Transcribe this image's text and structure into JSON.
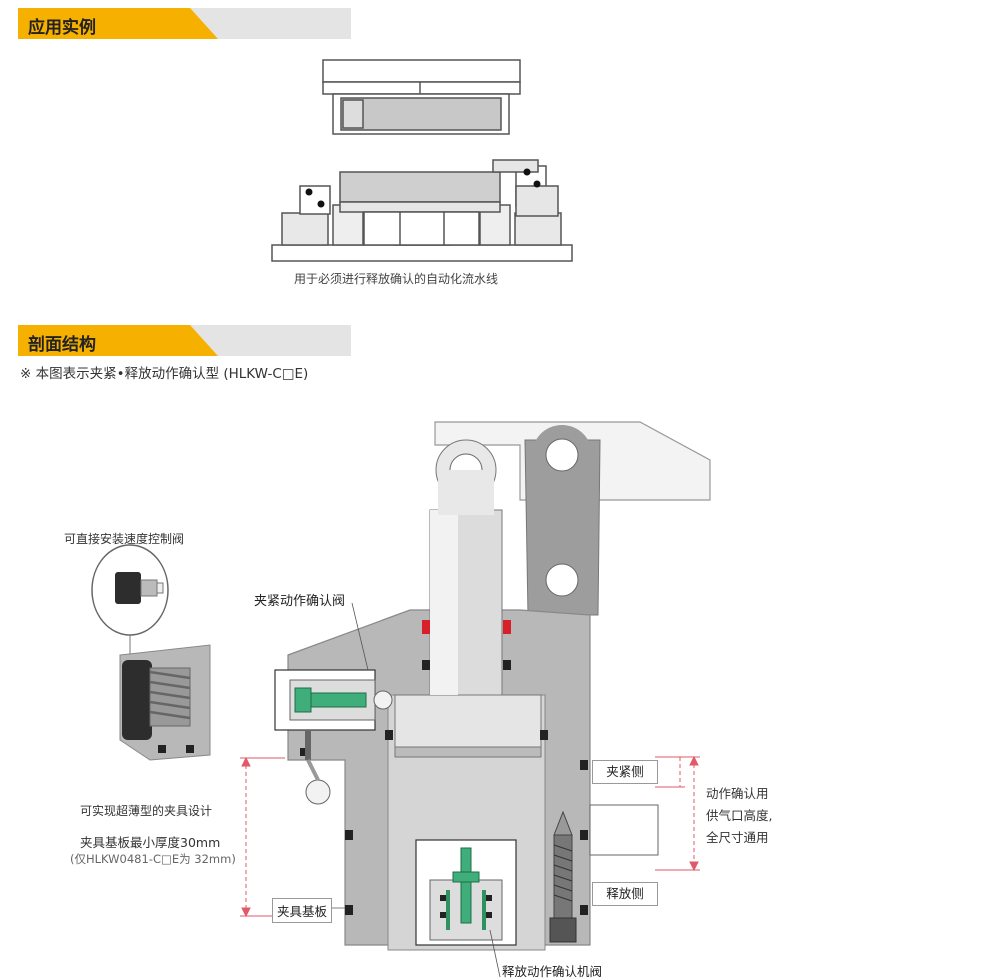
{
  "sections": {
    "application": {
      "title": "应用实例"
    },
    "cross_section": {
      "title": "剖面结构"
    }
  },
  "application": {
    "caption": "用于必须进行释放确认的自动化流水线"
  },
  "cross_section": {
    "note": "※ 本图表示夹紧•释放动作确认型 (HLKW-C□E)"
  },
  "callouts": {
    "speed_valve": "可直接安装速度控制阀",
    "clamp_valve": "夹紧动作确认阀",
    "thin_design": "可实现超薄型的夹具设计",
    "min_thickness": "夹具基板最小厚度30mm",
    "min_thickness_note": "(仅HLKW0481-C□E为 32mm)",
    "fixture_plate": "夹具基板",
    "clamp_side": "夹紧侧",
    "release_side": "释放侧",
    "air_supply": [
      "动作确认用",
      "供气口高度,",
      "全尺寸通用"
    ],
    "release_valve": "释放动作确认机阀"
  },
  "colors": {
    "accent": "#f6b000",
    "valve_green": "#3fae7a",
    "seal_red": "#d8202a",
    "dim_red": "#e05a6a",
    "body_gray": "#b8b8b8"
  }
}
